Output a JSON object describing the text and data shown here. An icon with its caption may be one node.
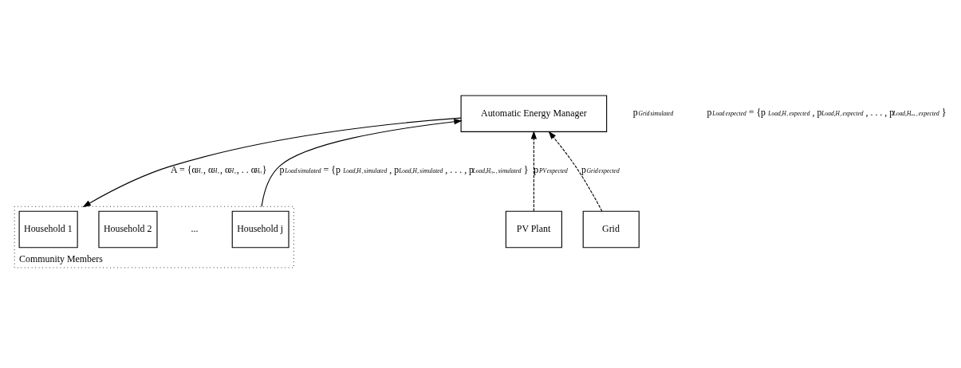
{
  "diagram": {
    "nodes": [
      {
        "text": [
          "Automatic Energy Manager"
        ]
      },
      {
        "text": [
          "Community Members"
        ]
      },
      {
        "text": [
          "Household 1"
        ],
        "in": 1
      },
      {
        "text": [
          "Household 2"
        ],
        "in": 1
      },
      {
        "text": [
          "Household j"
        ],
        "in": 1
      },
      {
        "text": [
          "PV Plant"
        ]
      },
      {
        "text": [
          "Grid"
        ]
      }
    ],
    "edges": [
      {
        "from": 5,
        "to": 0,
        "arrow": "to",
        "style": "dashed",
        "label": "p$_{PV}$$^{expected}$"
      },
      {
        "from": 0,
        "to": 1,
        "arrow": "to",
        "label": "A = {α$_{H₁}$, α$_{H₂}$, α$_{H₃}$, . . α$_{Hₙ}$}"
      },
      {
        "from": 1,
        "to": 0,
        "arrow": "to",
        "label": "p$_{Load}$$^{simulated}$ = {p$_{Load,H₁}$$^{simulated}$, p$_{Load,H₂}$$^{simulated}$, . . . , p$_{Load,Hₙ₊₁}$$^{simulated}$}"
      },
      {
        "from": 6,
        "to": 0,
        "arrow": "to",
        "style": "dashed",
        "label": "p$_{Grid}$$^{expected}$"
      }
    ],
    "labels": [
      "p$_{Grid}$$^{simulated}$",
      "p$_{Load}$$^{expected}$ = {p$_{Load,H₁}$$^{expected}$, p$_{Load,H₂}$$^{expected}$, . . . , p$_{Load,Hₙ₊₁}$$^{expected}$}",
      "..."
    ]
  }
}
